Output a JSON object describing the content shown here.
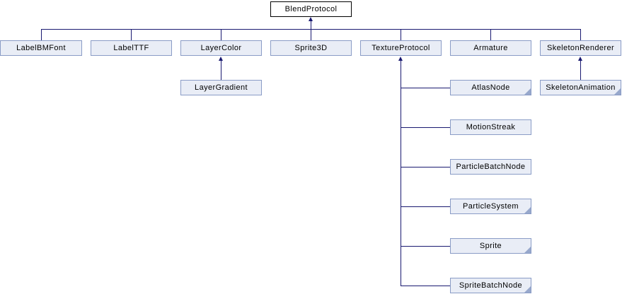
{
  "diagram": {
    "kind": "class-inheritance-graph",
    "nodes": [
      {
        "id": "BlendProtocol",
        "label": "BlendProtocol",
        "current": true,
        "truncated": false
      },
      {
        "id": "LabelBMFont",
        "label": "LabelBMFont",
        "current": false,
        "truncated": false
      },
      {
        "id": "LabelTTF",
        "label": "LabelTTF",
        "current": false,
        "truncated": false
      },
      {
        "id": "LayerColor",
        "label": "LayerColor",
        "current": false,
        "truncated": false
      },
      {
        "id": "Sprite3D",
        "label": "Sprite3D",
        "current": false,
        "truncated": false
      },
      {
        "id": "TextureProtocol",
        "label": "TextureProtocol",
        "current": false,
        "truncated": false
      },
      {
        "id": "Armature",
        "label": "Armature",
        "current": false,
        "truncated": false
      },
      {
        "id": "SkeletonRenderer",
        "label": "SkeletonRenderer",
        "current": false,
        "truncated": false
      },
      {
        "id": "LayerGradient",
        "label": "LayerGradient",
        "current": false,
        "truncated": false
      },
      {
        "id": "AtlasNode",
        "label": "AtlasNode",
        "current": false,
        "truncated": true
      },
      {
        "id": "MotionStreak",
        "label": "MotionStreak",
        "current": false,
        "truncated": false
      },
      {
        "id": "ParticleBatchNode",
        "label": "ParticleBatchNode",
        "current": false,
        "truncated": false
      },
      {
        "id": "ParticleSystem",
        "label": "ParticleSystem",
        "current": false,
        "truncated": true
      },
      {
        "id": "Sprite",
        "label": "Sprite",
        "current": false,
        "truncated": true
      },
      {
        "id": "SpriteBatchNode",
        "label": "SpriteBatchNode",
        "current": false,
        "truncated": true
      },
      {
        "id": "SkeletonAnimation",
        "label": "SkeletonAnimation",
        "current": false,
        "truncated": true
      }
    ],
    "edges": [
      {
        "from": "LabelBMFont",
        "to": "BlendProtocol"
      },
      {
        "from": "LabelTTF",
        "to": "BlendProtocol"
      },
      {
        "from": "LayerColor",
        "to": "BlendProtocol"
      },
      {
        "from": "Sprite3D",
        "to": "BlendProtocol"
      },
      {
        "from": "TextureProtocol",
        "to": "BlendProtocol"
      },
      {
        "from": "Armature",
        "to": "BlendProtocol"
      },
      {
        "from": "SkeletonRenderer",
        "to": "BlendProtocol"
      },
      {
        "from": "LayerGradient",
        "to": "LayerColor"
      },
      {
        "from": "AtlasNode",
        "to": "TextureProtocol"
      },
      {
        "from": "MotionStreak",
        "to": "TextureProtocol"
      },
      {
        "from": "ParticleBatchNode",
        "to": "TextureProtocol"
      },
      {
        "from": "ParticleSystem",
        "to": "TextureProtocol"
      },
      {
        "from": "Sprite",
        "to": "TextureProtocol"
      },
      {
        "from": "SpriteBatchNode",
        "to": "TextureProtocol"
      },
      {
        "from": "SkeletonAnimation",
        "to": "SkeletonRenderer"
      }
    ],
    "colors": {
      "edge": "#191970",
      "node_fill": "#e9edf6",
      "node_border": "#8a9cc6",
      "root_fill": "#ffffff",
      "root_border": "#000000",
      "text": "#000000",
      "truncated_marker": "#97a8cc"
    }
  }
}
